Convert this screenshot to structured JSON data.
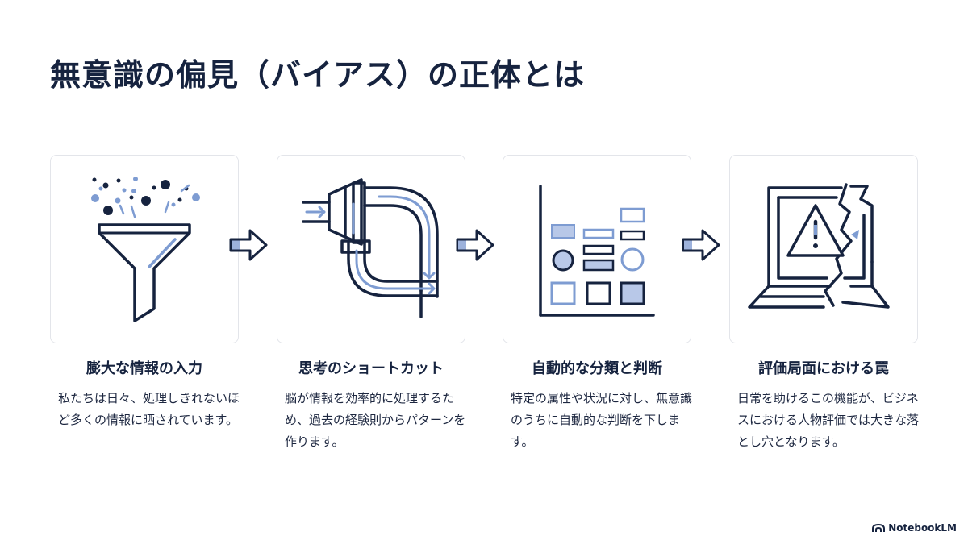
{
  "title": "無意識の偏見（バイアス）の正体とは",
  "accent_color": "#16233f",
  "light_accent_color": "#7e9cd2",
  "steps": [
    {
      "icon": "funnel-icon",
      "title": "膨大な情報の入力",
      "description": "私たちは日々、処理しきれないほど多くの情報に晒されています。"
    },
    {
      "icon": "shortcut-pipe-icon",
      "title": "思考のショートカット",
      "description": "脳が情報を効率的に処理するため、過去の経験則からパターンを作ります。"
    },
    {
      "icon": "sorting-chart-icon",
      "title": "自動的な分類と判断",
      "description": "特定の属性や状況に対し、無意識のうちに自動的な判断を下します。"
    },
    {
      "icon": "broken-laptop-warning-icon",
      "title": "評価局面における罠",
      "description": "日常を助けるこの機能が、ビジネスにおける人物評価では大きな落とし穴となります。"
    }
  ],
  "brand": {
    "label": "NotebookLM",
    "icon": "notebooklm-logo-icon"
  }
}
